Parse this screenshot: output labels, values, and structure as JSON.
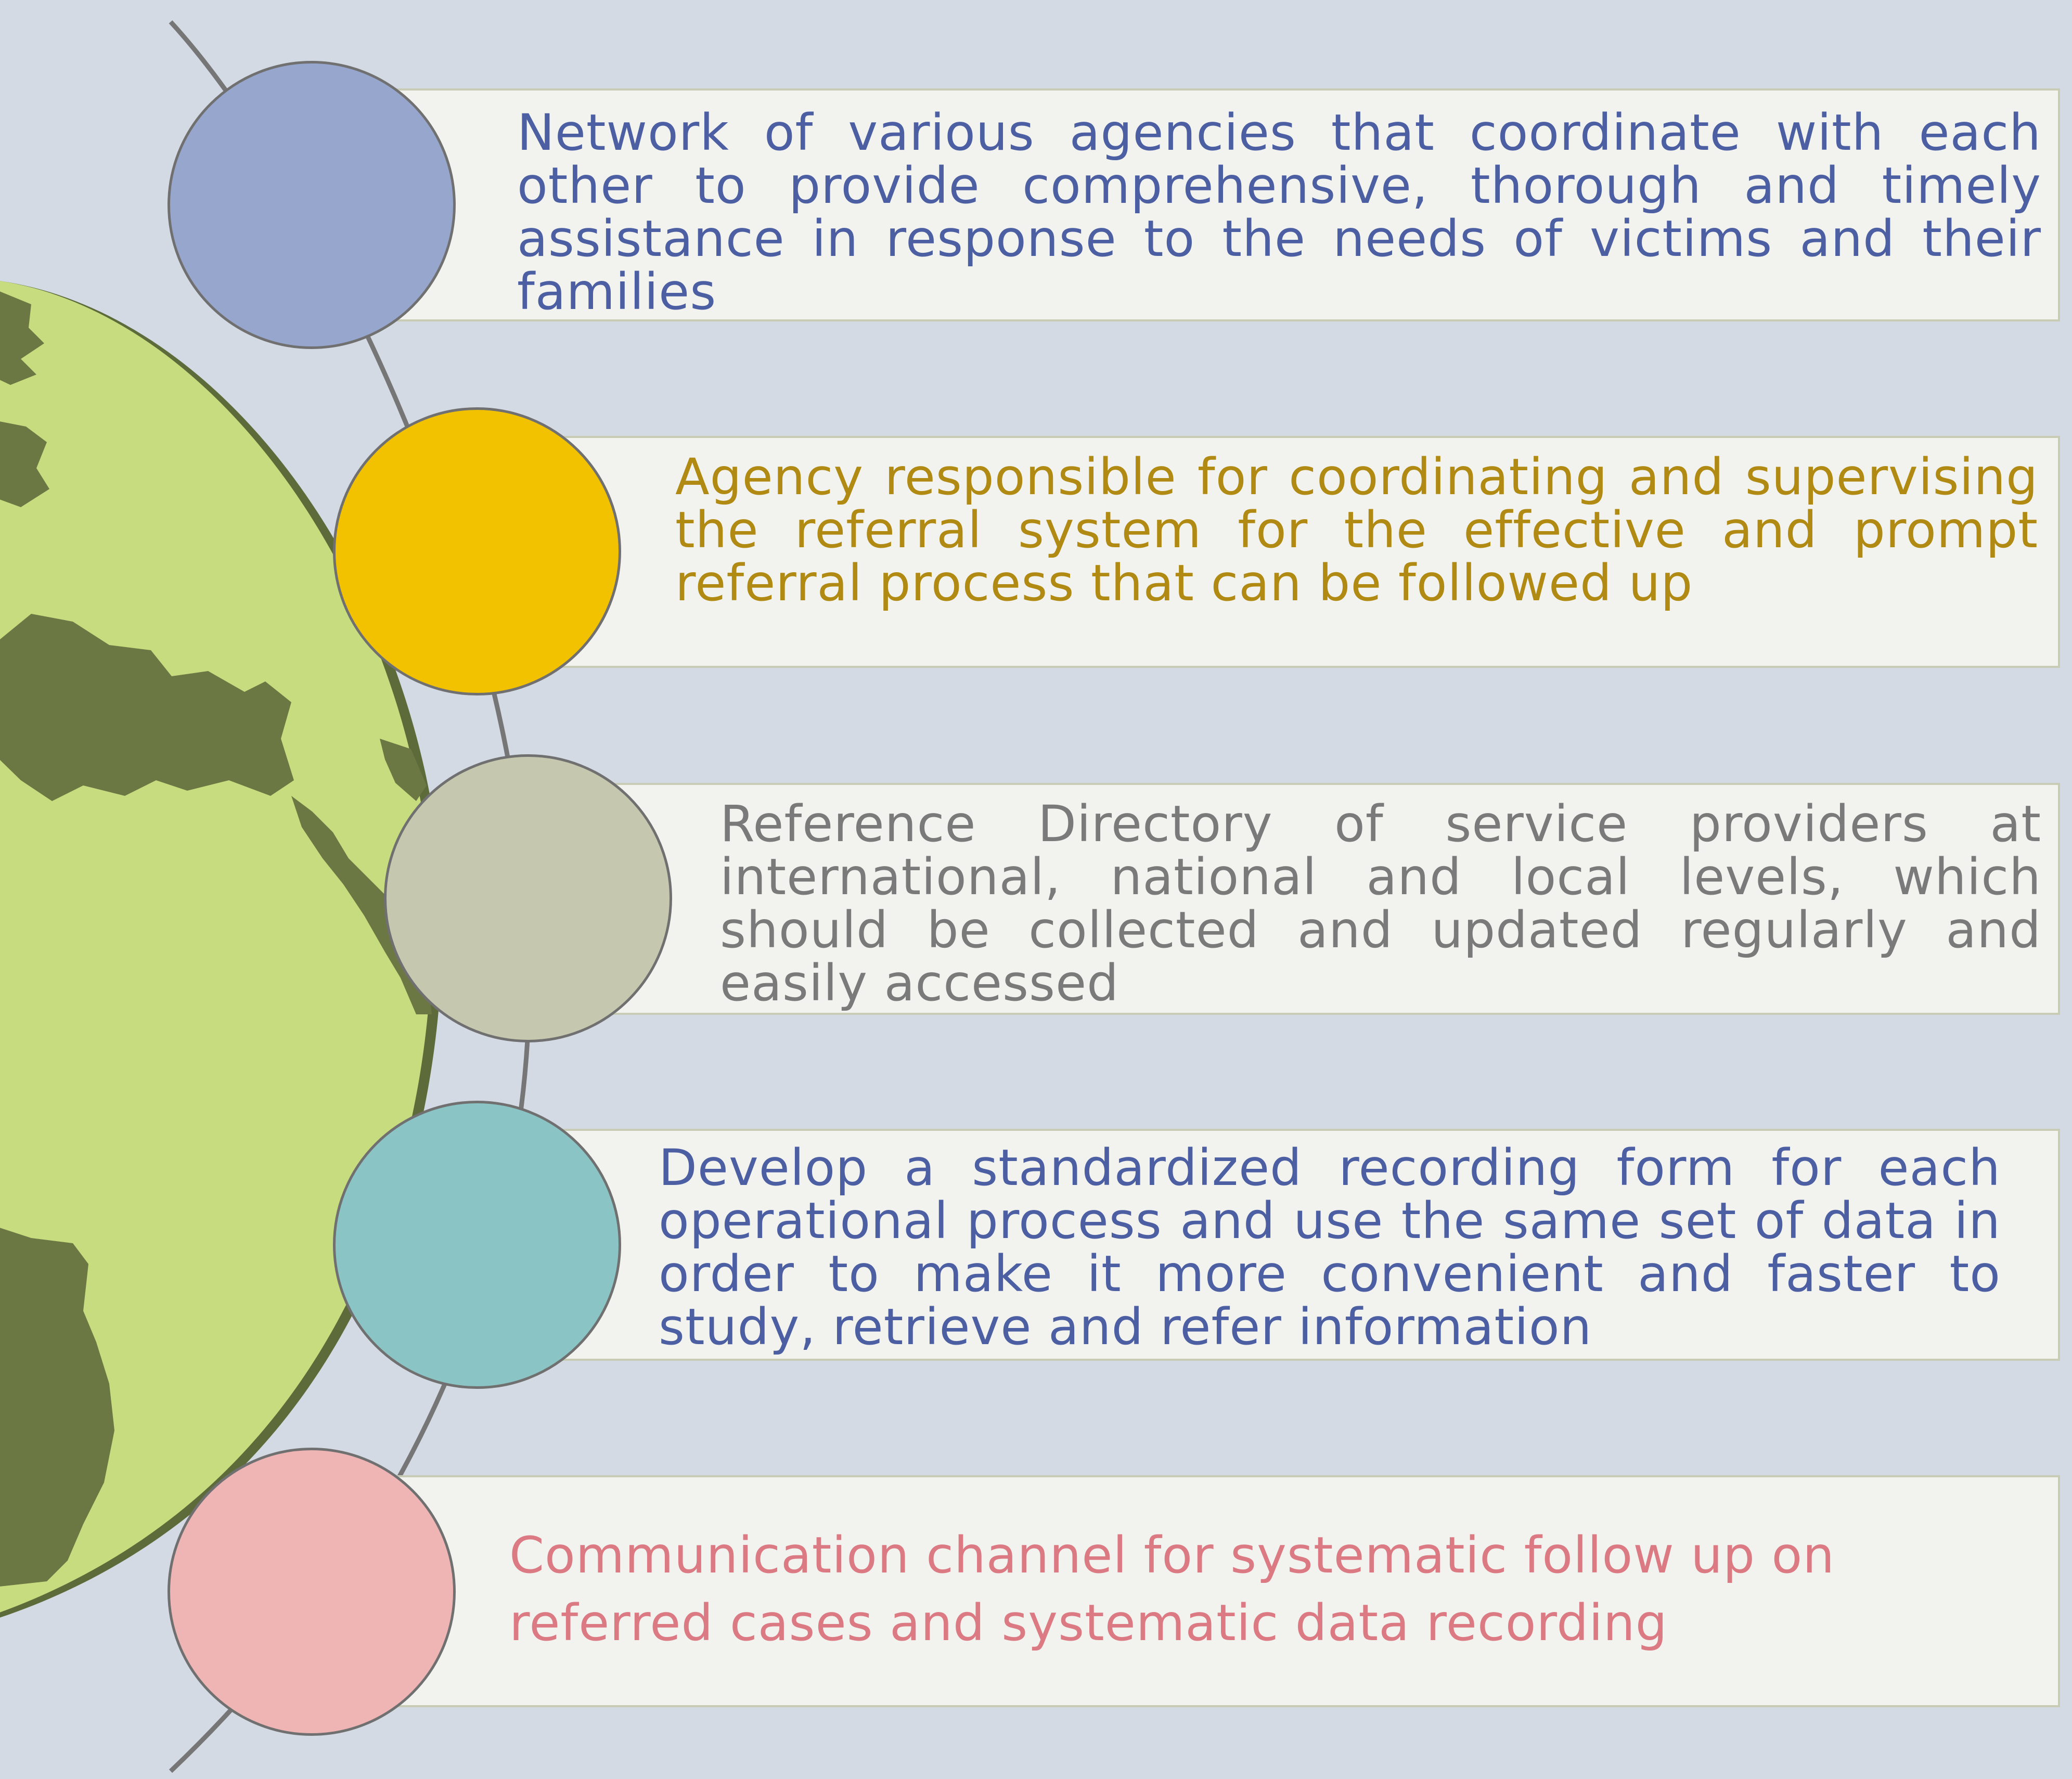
{
  "items": [
    {
      "text": "Network of various agencies that coordinate with each other to provide comprehensive, thorough and timely assistance in response to the needs of victims and their families",
      "circle_color": "#97a6cd",
      "text_color": "#4d5fa3"
    },
    {
      "text": "Agency responsible for coordinating and supervising the referral system for the effective and prompt referral process that can be followed up",
      "circle_color": "#f2c200",
      "text_color": "#b08a12"
    },
    {
      "text": "Reference Directory of service providers at international, national and local levels, which should be collected and updated regularly and easily accessed",
      "circle_color": "#c5c7ae",
      "text_color": "#7a7a7a"
    },
    {
      "text": "Develop a standardized recording form for each operational process and use the same set of data in order to make it more convenient and faster to study, retrieve and refer information",
      "circle_color": "#8ac4c4",
      "text_color": "#4d5fa3"
    },
    {
      "text": "Communication channel for systematic follow up on referred cases and systematic data recording",
      "circle_color": "#efb4b4",
      "text_color": "#dc7a84"
    }
  ],
  "colors": {
    "background": "#d3dae4",
    "globe_ocean": "#c7dc7e",
    "globe_land": "#6b7844",
    "arc_line": "#767676"
  }
}
